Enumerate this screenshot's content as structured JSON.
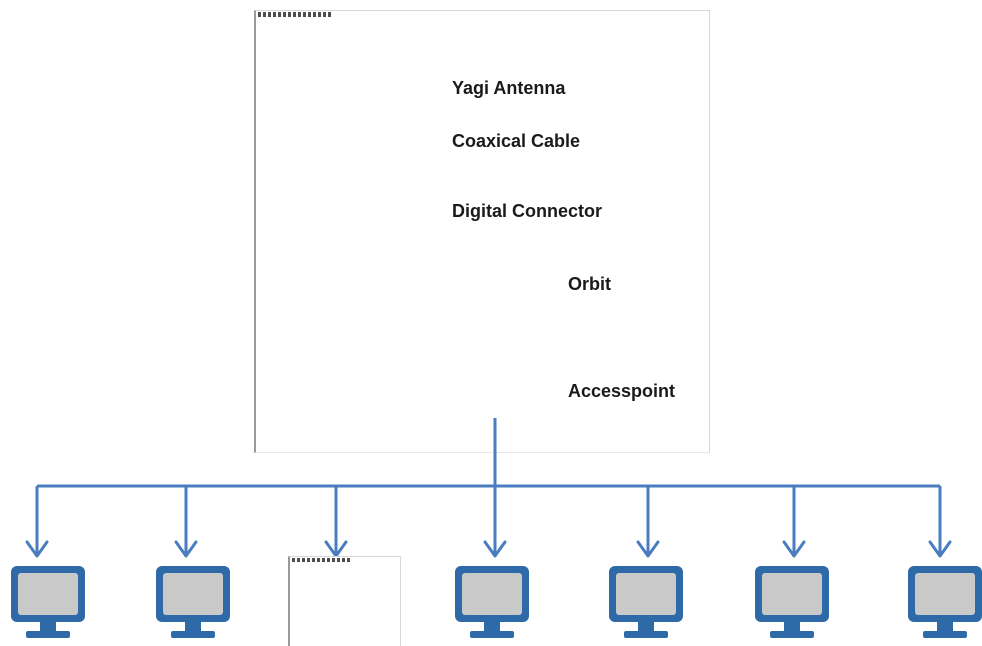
{
  "diagram": {
    "labels": {
      "yagi": "Yagi Antenna",
      "coax": "Coaxical Cable",
      "digital": "Digital Connector",
      "orbit": "Orbit",
      "accesspoint": "Accesspoint"
    },
    "line_color": "#4a7dbf",
    "monitor_color": "#2e6aa8",
    "screen_color": "#c9c9c9",
    "monitor_icon": "desktop-monitor-icon",
    "arrow_icon": "arrow-down-icon"
  }
}
